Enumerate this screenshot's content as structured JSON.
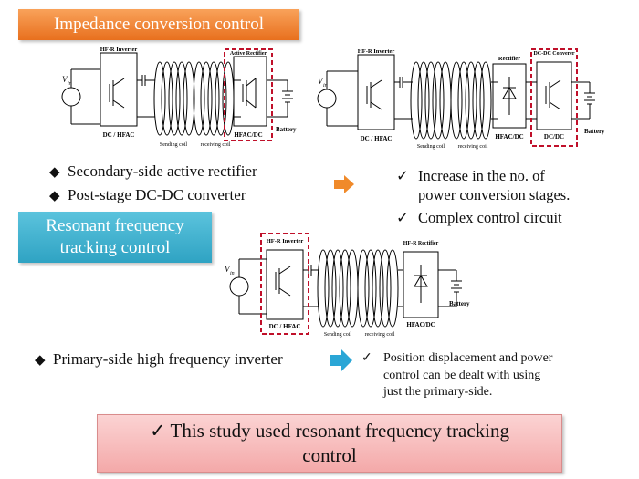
{
  "banners": {
    "impedance": "Impedance conversion control",
    "resonant_line1": "Resonant frequency",
    "resonant_line2": "tracking control"
  },
  "circuit_labels": {
    "vin": "V",
    "vin_sub": "in",
    "inverter": "HF-R Inverter",
    "active_rectifier": "Active Rectifier",
    "rectifier": "Rectifier",
    "hf_rectifier": "HF-R Rectifier",
    "dcdc_converter": "DC-DC Converer",
    "dc_hfac": "DC / HFAC",
    "hfac_dc": "HFAC/DC",
    "dc_dc": "DC/DC",
    "sending_coil": "Sending coil",
    "receiving_coil": "receiving coil",
    "battery": "Battery"
  },
  "methods": {
    "secondary_active_rectifier": "Secondary-side active rectifier",
    "post_stage_dcdc": "Post-stage DC-DC converter",
    "primary_inverter": "Primary-side high frequency inverter"
  },
  "drawbacks": {
    "stages_line1": "Increase in the no. of",
    "stages_line2": "power conversion stages.",
    "complex": "Complex control circuit"
  },
  "advantage": {
    "line1": "Position displacement and power",
    "line2": "control can be dealt with using",
    "line3": "just the primary-side."
  },
  "conclusion": {
    "line1": "This study used resonant frequency tracking",
    "line2": "control"
  },
  "symbols": {
    "bullet": "◆",
    "check": "✓"
  },
  "colors": {
    "orange_banner": "#e8701e",
    "blue_banner": "#2fa3c3",
    "highlight_dash": "#c0102a",
    "arrow_orange": "#f08a2a",
    "arrow_blue": "#2aa6d6",
    "result_fill": "#f4a9a9"
  }
}
